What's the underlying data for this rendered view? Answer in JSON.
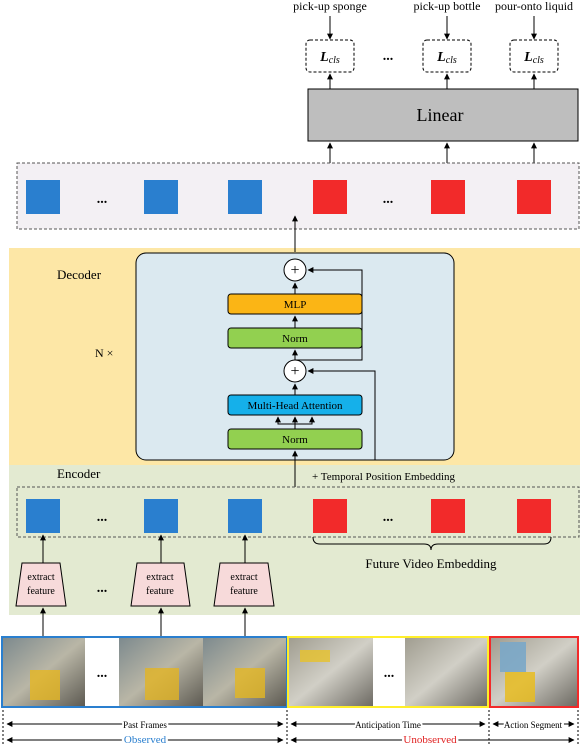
{
  "outputs": {
    "labels": [
      "pick-up sponge",
      "pick-up bottle",
      "pour-onto liquid"
    ],
    "loss_label": "L",
    "loss_subscript": "cls",
    "ellipsis": "..."
  },
  "linear": {
    "label": "Linear"
  },
  "decoder": {
    "title": "Decoder",
    "repeat": "N ×",
    "mlp": "MLP",
    "norm": "Norm",
    "attention": "Multi-Head Attention",
    "plus": "+"
  },
  "encoder": {
    "title": "Encoder",
    "position_embedding": "+ Temporal Position Embedding",
    "future_embedding": "Future Video Embedding",
    "extract": [
      "extract",
      "feature"
    ]
  },
  "timeline": {
    "past_frames": "Past Frames",
    "anticipation_time": "Anticipation Time",
    "action_segment": "Action Segment",
    "observed": "Observed",
    "unobserved": "Unobserved",
    "dots": "..."
  },
  "colors": {
    "observed_token": "#2a7fcf",
    "future_token": "#f22a2a",
    "decoder_bg": "#fde7a6",
    "encoder_bg": "#e3ead1",
    "transformer_block": "#dbe9f0",
    "mlp": "#fbb515",
    "norm": "#92d050",
    "attention": "#15b0ea",
    "extract_box": "#f7dada",
    "linear_box": "#bebebe",
    "observed_text": "#2a7fcf",
    "unobserved_text": "#e02020",
    "frame_border_observed": "#2a7fcf",
    "frame_border_anticipation": "#ffef2a"
  }
}
